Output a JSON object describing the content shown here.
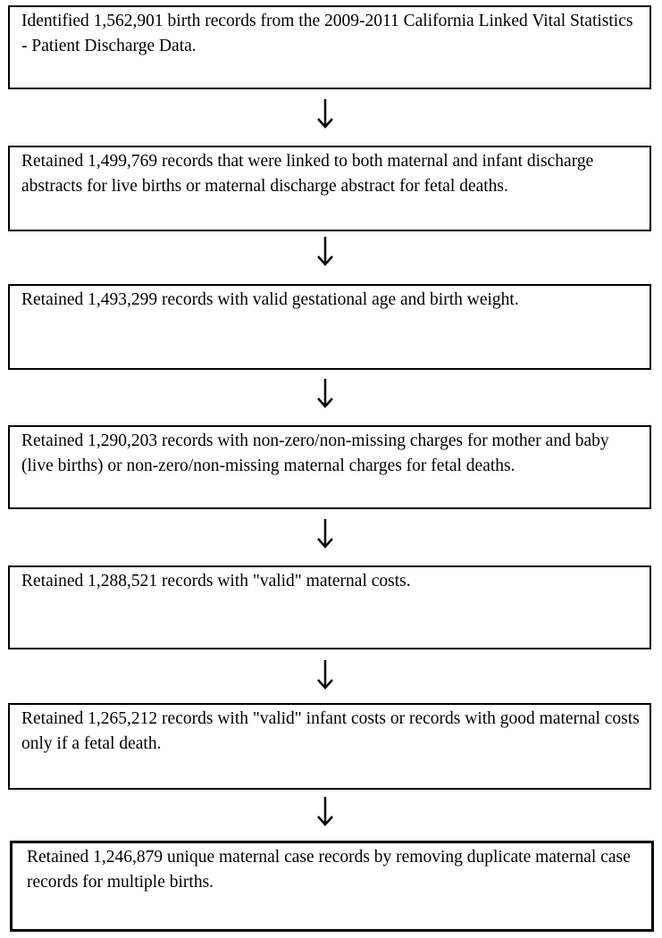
{
  "flowchart": {
    "steps": [
      {
        "text": "Identified 1,562,901 birth records from the 2009-2011 California Linked Vital Statistics - Patient Discharge Data."
      },
      {
        "text": "Retained 1,499,769 records that were linked to both maternal and infant discharge abstracts for live births or maternal discharge abstract for fetal deaths."
      },
      {
        "text": "Retained 1,493,299 records with valid gestational age and birth weight."
      },
      {
        "text": "Retained 1,290,203 records with non-zero/non-missing charges for mother and baby (live births) or non-zero/non-missing maternal charges for fetal deaths."
      },
      {
        "text": "Retained 1,288,521 records with \"valid\" maternal costs."
      },
      {
        "text": "Retained 1,265,212 records with \"valid\" infant costs or records with good maternal costs only if a fetal death."
      },
      {
        "text": "Retained 1,246,879 unique maternal case records by removing duplicate maternal case records for multiple births."
      }
    ]
  }
}
